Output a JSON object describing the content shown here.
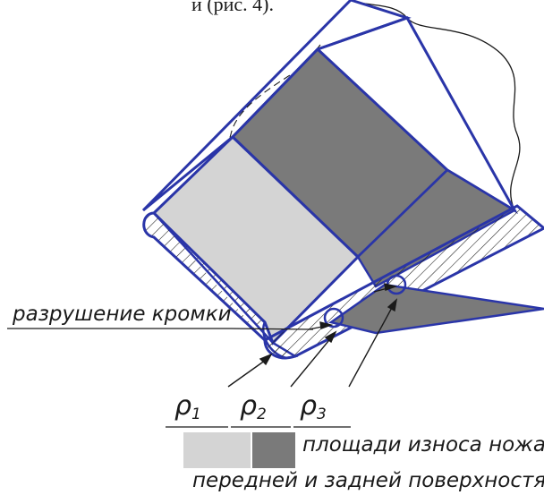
{
  "top_caption": "и (рис. 4).",
  "colors": {
    "outline": "#2a35a8",
    "front_face": "#d4d4d4",
    "back_face": "#7a7a7a",
    "line": "#1a1a1a"
  },
  "labels": {
    "edge_failure": "разрушение кромки",
    "rho": "ρ",
    "rho_1": "1",
    "rho_2": "2",
    "rho_3": "3"
  },
  "legend": {
    "line1": "площади износа ножа по",
    "line2": "передней и задней поверхностям"
  }
}
